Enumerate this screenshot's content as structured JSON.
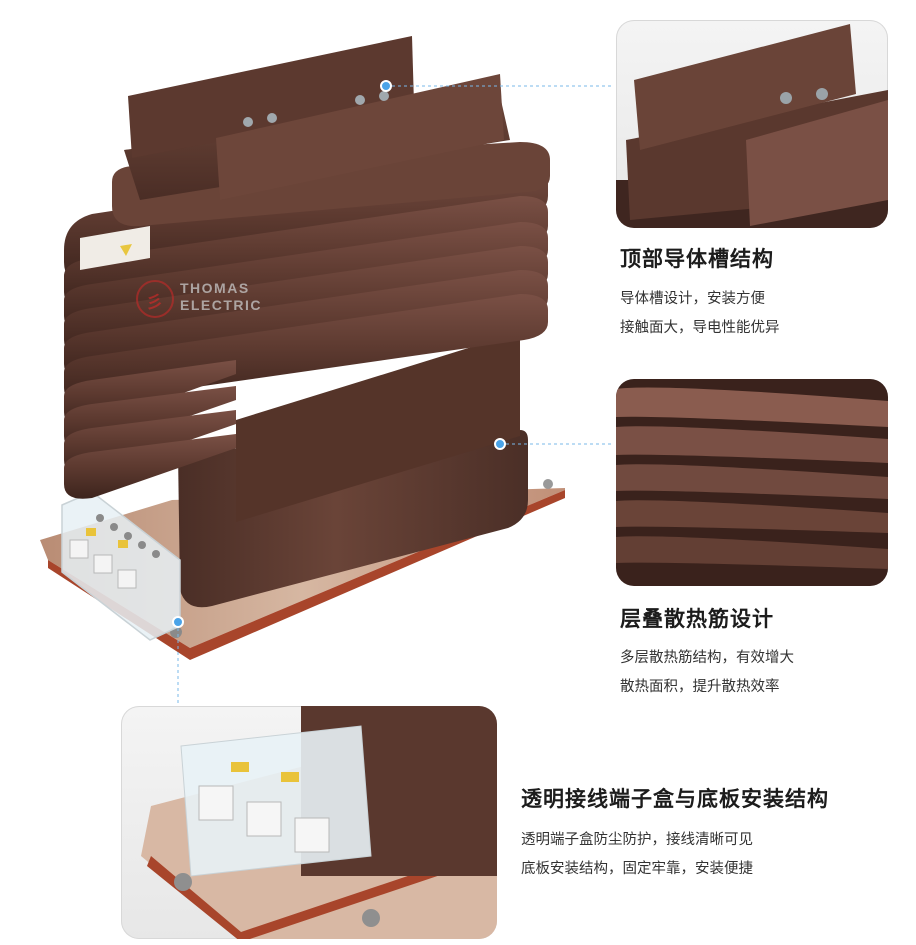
{
  "brand": {
    "mark": "彡",
    "name_line1": "THOMAS",
    "name_line2": "ELECTRIC"
  },
  "features": {
    "top_conductor": {
      "title": "顶部导体槽结构",
      "lines": [
        "导体槽设计，安装方便",
        "接触面大，导电性能优异"
      ]
    },
    "cooling_fins": {
      "title": "层叠散热筋设计",
      "lines": [
        "多层散热筋结构，有效增大",
        "散热面积，提升散热效率"
      ]
    },
    "terminal_base": {
      "title": "透明接线端子盒与底板安装结构",
      "lines": [
        "透明端子盒防尘防护，接线清晰可见",
        "底板安装结构，固定牢靠，安装便捷"
      ]
    }
  },
  "colors": {
    "resin_brown": "#5b3a30",
    "resin_dark": "#3f2620",
    "callout_line": "#79b8e8",
    "callout_dot": "#4aa3e8",
    "copper_plate": "#c98a68"
  },
  "icons": [
    "callout-dot-icon",
    "logo-mark-icon"
  ]
}
